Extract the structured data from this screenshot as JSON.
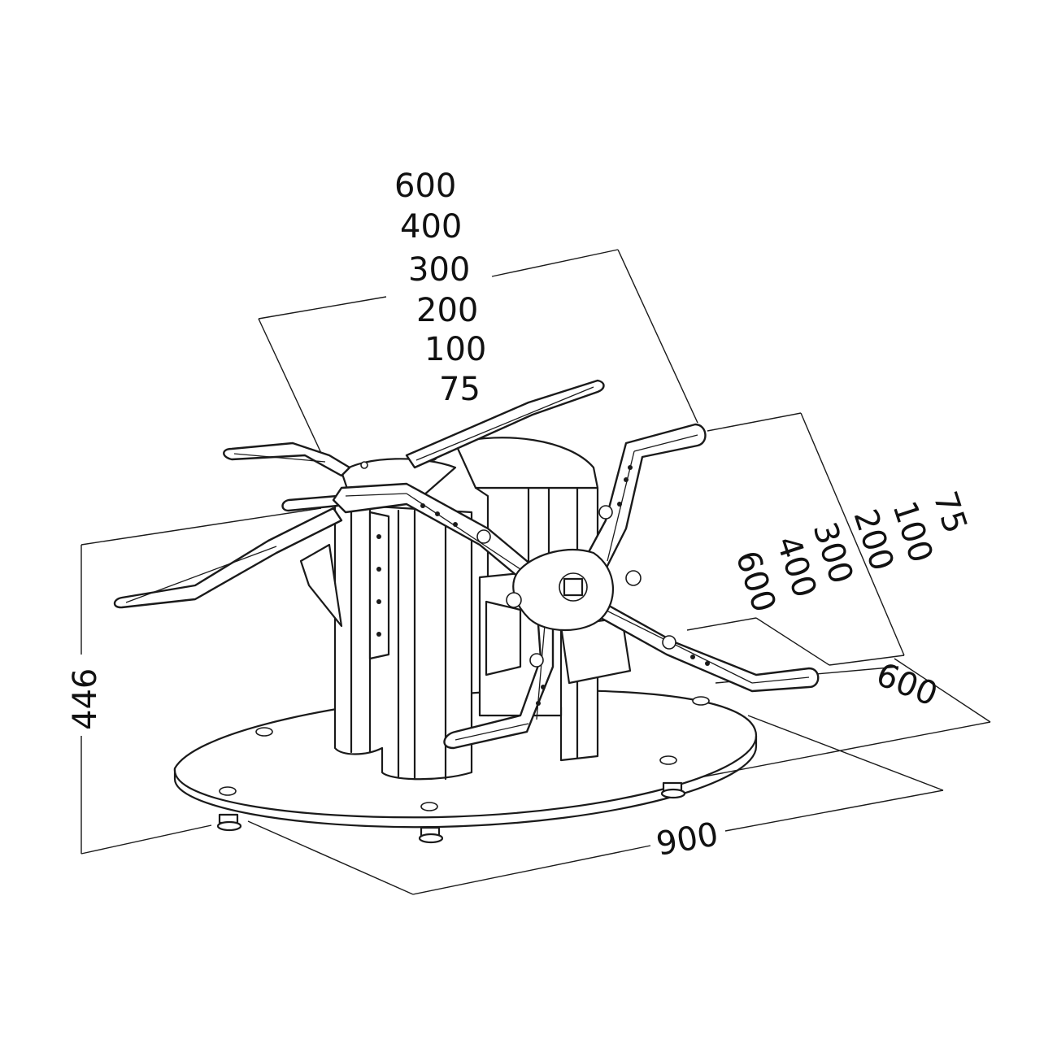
{
  "dimensions": {
    "width_label": "900",
    "height_label": "446",
    "depth_label": "600",
    "vesa_horizontal": [
      "600",
      "400",
      "300",
      "200",
      "100",
      "75"
    ],
    "vesa_vertical": [
      "75",
      "100",
      "200",
      "300",
      "400",
      "600"
    ]
  },
  "colors": {
    "line": "#1a1a1a",
    "background": "#ffffff"
  }
}
